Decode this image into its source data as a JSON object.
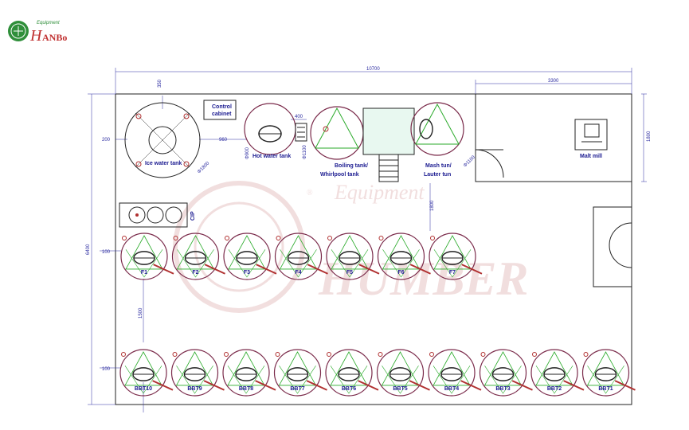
{
  "logo": {
    "small_word": "Equipment",
    "brand": "HanBo",
    "brand_mark": "H",
    "brand_rest": "ANBo"
  },
  "watermark": {
    "word": "Equipment",
    "brand": "HUMBER",
    "registered": "®"
  },
  "dimensions": {
    "total_width": "10700",
    "right_width": "3300",
    "total_height": "6400",
    "right_height": "1800",
    "top_gap": "350",
    "left_gap": "200",
    "gap_960": "960",
    "width_400": "400",
    "gap_1800": "1800",
    "row_gap": "1500",
    "margin_row1": "100",
    "margin_row2": "100",
    "ice_dia": "Φ1800",
    "hot_dia": "Φ900",
    "boil_dia": "Φ1100",
    "mash_dia": "Φ1100"
  },
  "labels": {
    "control_cabinet_1": "Control",
    "control_cabinet_2": "cabinet",
    "ice_water_tank": "Ice water tank",
    "hot_water_tank": "Hot water tank",
    "boiling_1": "Boiling tank/",
    "boiling_2": "Whirlpool tank",
    "mash_1": "Mash tun/",
    "mash_2": "Lauter tun",
    "malt_mill": "Malt mill",
    "cip": "CIP"
  },
  "fermenters": [
    "F1",
    "F2",
    "F3",
    "F4",
    "F5",
    "F6",
    "F7"
  ],
  "brite_tanks": [
    "BBT10",
    "BBT9",
    "BBT8",
    "BBT7",
    "BBT6",
    "BBT5",
    "BBT4",
    "BBT3",
    "BBT2",
    "BBT1"
  ],
  "colors": {
    "outline": "#222222",
    "dimension": "#2a2aa0",
    "tank_ring": "#7a2a4a",
    "cross": "#2aaa2a",
    "valve": "#b03030",
    "label": "#1a1a90",
    "watermark": "#e9c9c9"
  }
}
